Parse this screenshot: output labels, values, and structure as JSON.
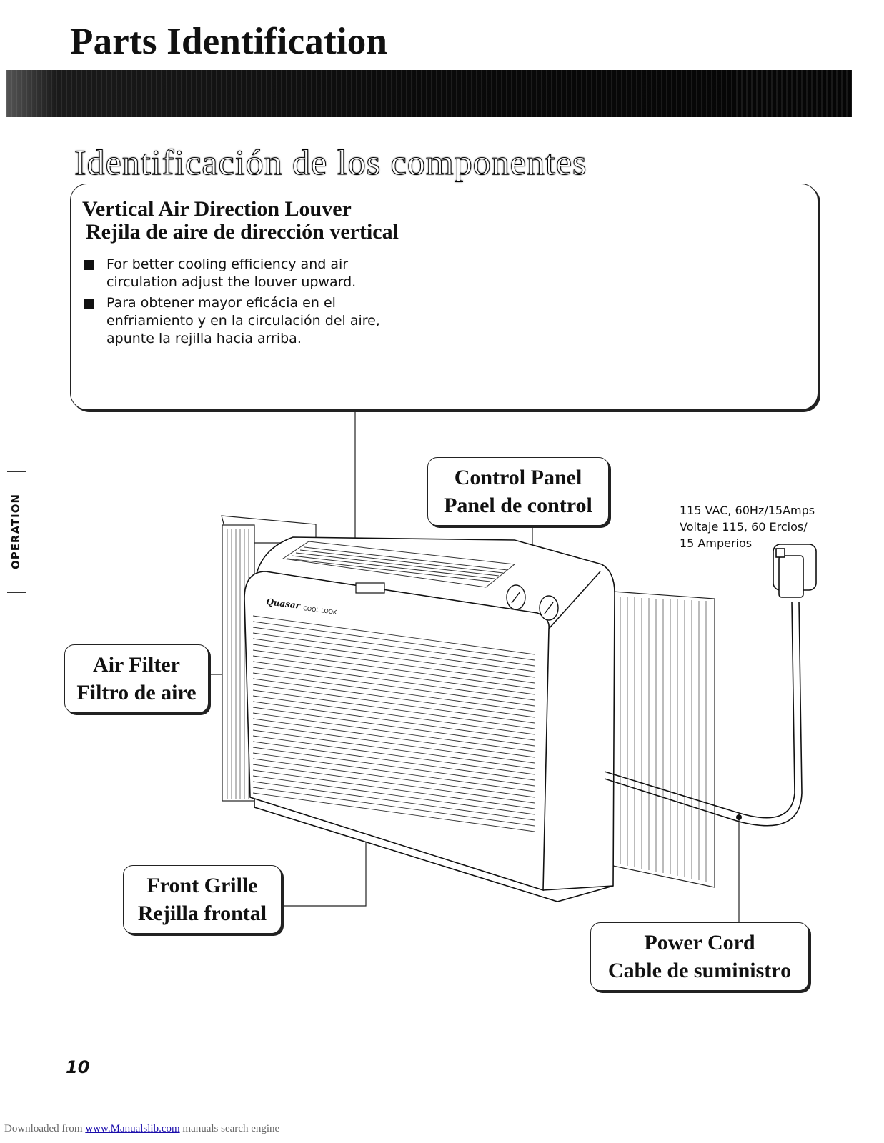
{
  "title": {
    "english": "Parts Identification",
    "spanish": "Identificación de los componentes"
  },
  "side_tab": "OPERATION",
  "louver": {
    "heading_en": "Vertical Air Direction Louver",
    "heading_es": "Rejila de aire de dirección vertical",
    "bullets": [
      "For better cooling efficiency and air circulation adjust the louver upward.",
      "Para obtener mayor eficácia en el enfriamiento y en la circulación del aire, apunte la rejilla hacia arriba."
    ]
  },
  "labels": {
    "control_panel": {
      "en": "Control Panel",
      "es": "Panel de control"
    },
    "air_filter": {
      "en": "Air Filter",
      "es": "Filtro de aire"
    },
    "front_grille": {
      "en": "Front Grille",
      "es": "Rejilla frontal"
    },
    "power_cord": {
      "en": "Power Cord",
      "es": "Cable de suministro"
    }
  },
  "power_spec": {
    "line1": "115 VAC, 60Hz/15Amps",
    "line2": "Voltaje 115, 60 Ercios/",
    "line3": "15 Amperios"
  },
  "brand": {
    "name": "Quasar",
    "model": "COOL LOOK"
  },
  "page_number": "10",
  "footer": {
    "prefix": "Downloaded from",
    "link": "www.Manualslib.com",
    "suffix": "manuals search engine"
  }
}
